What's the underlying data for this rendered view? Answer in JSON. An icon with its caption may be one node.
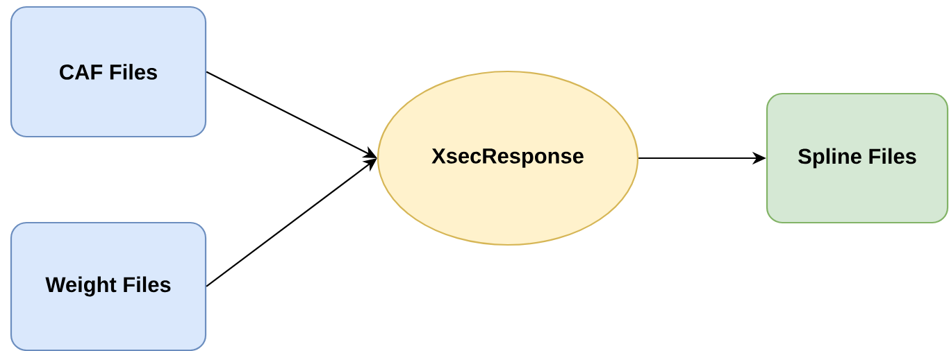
{
  "diagram": {
    "nodes": [
      {
        "text": [
          "CAF Files"
        ]
      },
      {
        "text": [
          "Weight Files"
        ]
      },
      {
        "text": [
          "XsecResponse"
        ]
      },
      {
        "text": [
          "Spline Files"
        ]
      }
    ],
    "edges": [
      {
        "from": 0,
        "to": 2,
        "arrow": "to"
      },
      {
        "from": 1,
        "to": 2,
        "arrow": "to"
      },
      {
        "from": 2,
        "to": 3,
        "arrow": "to"
      }
    ]
  }
}
